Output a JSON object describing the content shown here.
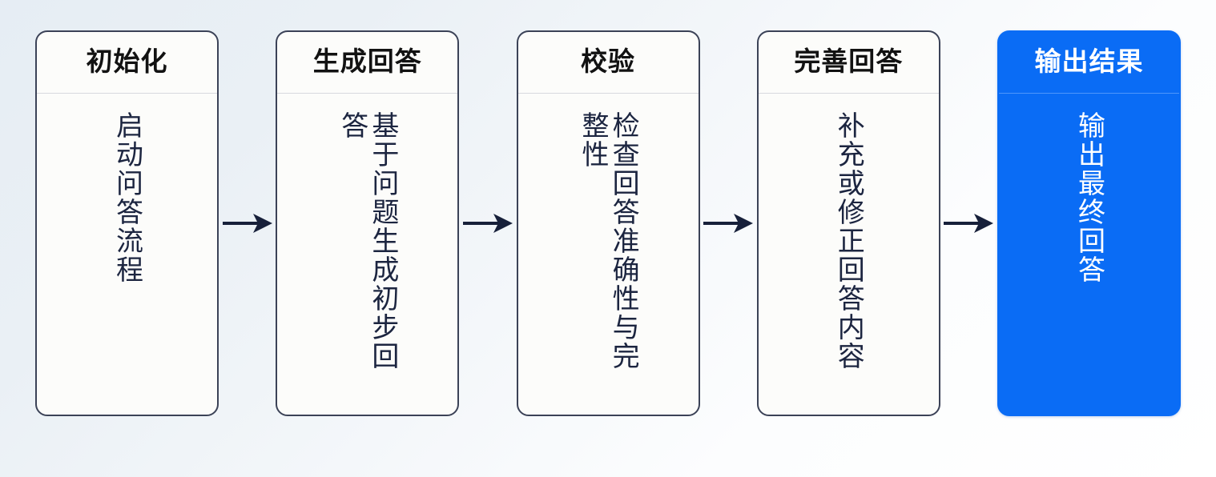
{
  "diagram": {
    "type": "horizontal-flowchart",
    "title_text_present": false,
    "background": {
      "gradient_from": "#e6edf4",
      "gradient_to": "#ffffff",
      "direction": "top-left-to-bottom-right"
    },
    "colors": {
      "card_fill": "#fcfcfa",
      "card_border": "#3b4257",
      "card_title_text": "#121212",
      "card_body_text": "#1c2540",
      "divider": "#d7d9de",
      "accent_fill": "#0a6cf5",
      "accent_text": "#ffffff",
      "accent_divider": "#4f97fb",
      "arrow": "#17203a"
    },
    "steps": [
      {
        "id": "step-1",
        "title": "初始化",
        "body": "启动问答流程",
        "highlighted": false
      },
      {
        "id": "step-2",
        "title": "生成回答",
        "body": "基于问题生成初步回答",
        "highlighted": false
      },
      {
        "id": "step-3",
        "title": "校验",
        "body": "检查回答准确性与完整性",
        "highlighted": false
      },
      {
        "id": "step-4",
        "title": "完善回答",
        "body": "补充或修正回答内容",
        "highlighted": false
      },
      {
        "id": "step-5",
        "title": "输出结果",
        "body": "输出最终回答",
        "highlighted": true
      }
    ],
    "connectors": [
      {
        "id": "arrow-1",
        "from": "step-1",
        "to": "step-2",
        "glyph": "arrow-right"
      },
      {
        "id": "arrow-2",
        "from": "step-2",
        "to": "step-3",
        "glyph": "arrow-right"
      },
      {
        "id": "arrow-3",
        "from": "step-3",
        "to": "step-4",
        "glyph": "arrow-right"
      },
      {
        "id": "arrow-4",
        "from": "step-4",
        "to": "step-5",
        "glyph": "arrow-right"
      }
    ]
  }
}
